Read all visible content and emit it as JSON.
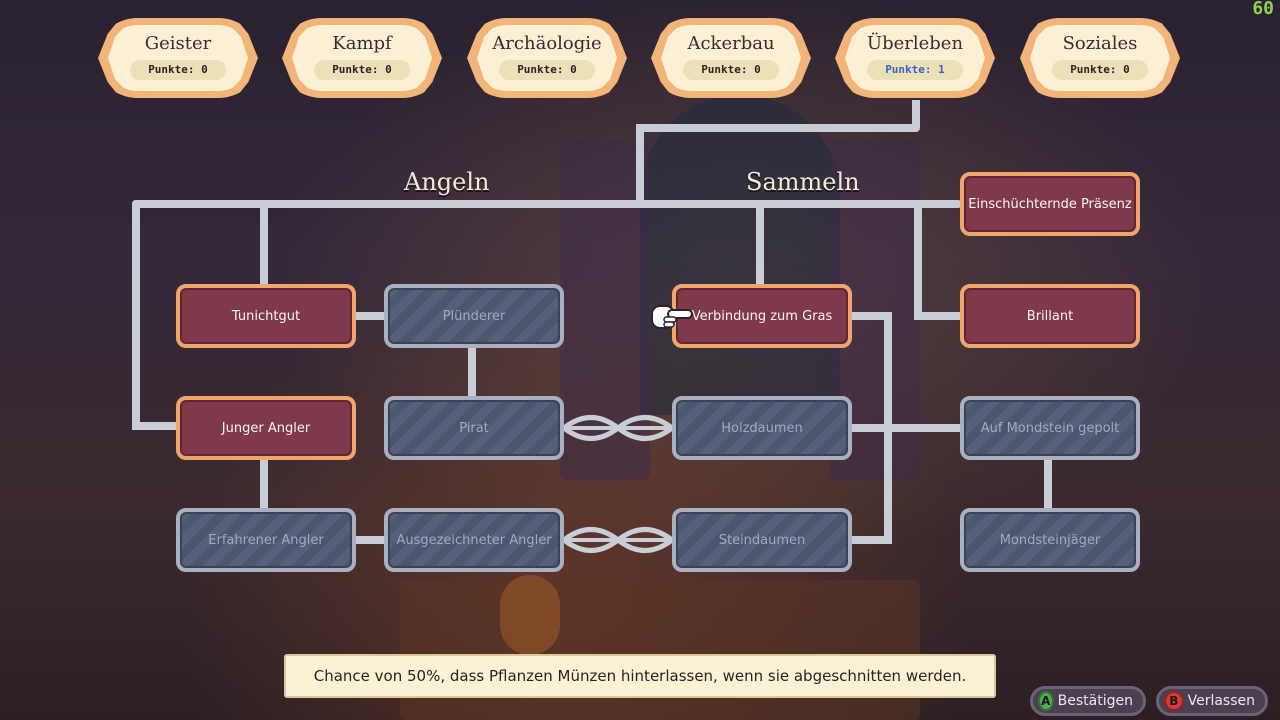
{
  "fps": "60",
  "categories": [
    {
      "name": "Geister",
      "points": "Punkte: 0"
    },
    {
      "name": "Kampf",
      "points": "Punkte: 0"
    },
    {
      "name": "Archäologie",
      "points": "Punkte: 0"
    },
    {
      "name": "Ackerbau",
      "points": "Punkte: 0"
    },
    {
      "name": "Überleben",
      "points": "Punkte: 1"
    },
    {
      "name": "Soziales",
      "points": "Punkte: 0"
    }
  ],
  "sections": {
    "left": "Angeln",
    "right": "Sammeln"
  },
  "skills": {
    "tunichtgut": "Tunichtgut",
    "pluenderer": "Plünderer",
    "verbindung": "Verbindung zum Gras",
    "brillant": "Brillant",
    "einschuechternd": "Einschüchternde Präsenz",
    "junger_angler": "Junger Angler",
    "pirat": "Pirat",
    "holzdaumen": "Holzdaumen",
    "mondstein_gepolt": "Auf Mondstein gepolt",
    "erfahrener_angler": "Erfahrener Angler",
    "ausgezeichneter_angler": "Ausgezeichneter Angler",
    "steindaumen": "Steindaumen",
    "mondsteinjaeger": "Mondsteinjäger"
  },
  "tooltip": "Chance von 50%, dass Pflanzen Münzen hinterlassen, wenn sie abgeschnitten werden.",
  "buttons": {
    "confirm": {
      "glyph": "A",
      "label": "Bestätigen",
      "color": "#4caf50"
    },
    "leave": {
      "glyph": "B",
      "label": "Verlassen",
      "color": "#d9383a"
    }
  },
  "colors": {
    "owned_fill": "#7e3a4a",
    "owned_border": "#f0a56b",
    "locked_fill": "#56607a",
    "locked_border": "#aab0bf",
    "active_points": "#3a63c9"
  }
}
